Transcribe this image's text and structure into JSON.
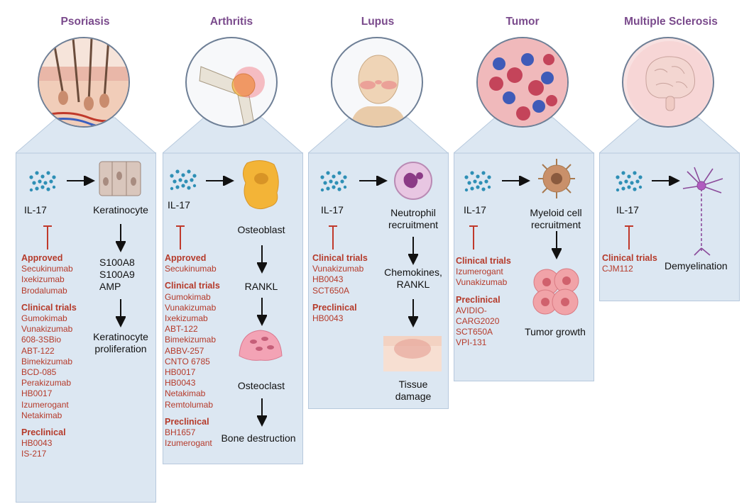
{
  "panels": [
    {
      "title": "Psoriasis",
      "cytokine": "IL-17",
      "cell": "Keratinocyte",
      "step2": [
        "S100A8",
        "S100A9",
        "AMP"
      ],
      "outcome": [
        "Keratinocyte",
        "proliferation"
      ],
      "approved_heading": "Approved",
      "approved": [
        "Secukinumab",
        "Ixekizumab",
        "Brodalumab"
      ],
      "clinical_heading": "Clinical trials",
      "clinical": [
        "Gumokimab",
        "Vunakizumab",
        "608-3SBio",
        "ABT-122",
        "Bimekizumab",
        "BCD-085",
        "Perakizumab",
        "HB0017",
        "Izumerogant",
        "Netakimab"
      ],
      "preclinical_heading": "Preclinical",
      "preclinical": [
        "HB0043",
        "IS-217"
      ]
    },
    {
      "title": "Arthritis",
      "cytokine": "IL-17",
      "cell": "Osteoblast",
      "step2": "RANKL",
      "step3": "Osteoclast",
      "outcome": "Bone destruction",
      "approved_heading": "Approved",
      "approved": [
        "Secukinumab"
      ],
      "clinical_heading": "Clinical trials",
      "clinical": [
        "Gumokimab",
        "Vunakizumab",
        "Ixekizumab",
        "ABT-122",
        "Bimekizumab",
        "ABBV-257",
        "CNTO 6785",
        "HB0017",
        "HB0043",
        "Netakimab",
        "Remtolumab"
      ],
      "preclinical_heading": "Preclinical",
      "preclinical": [
        "BH1657",
        "Izumerogant"
      ]
    },
    {
      "title": "Lupus",
      "cytokine": "IL-17",
      "cell": [
        "Neutrophil",
        "recruitment"
      ],
      "step2": [
        "Chemokines,",
        "RANKL"
      ],
      "outcome": [
        "Tissue",
        "damage"
      ],
      "clinical_heading": "Clinical trials",
      "clinical": [
        "Vunakizumab",
        "HB0043",
        "SCT650A"
      ],
      "preclinical_heading": "Preclinical",
      "preclinical": [
        "HB0043"
      ]
    },
    {
      "title": "Tumor",
      "cytokine": "IL-17",
      "cell": [
        "Myeloid cell",
        "recruitment"
      ],
      "outcome": "Tumor growth",
      "clinical_heading": "Clinical trials",
      "clinical": [
        "Izumerogant",
        "Vunakizumab"
      ],
      "preclinical_heading": "Preclinical",
      "preclinical": [
        "AVIDIO-",
        "CARG2020",
        "SCT650A",
        "VPI-131"
      ]
    },
    {
      "title": "Multiple Sclerosis",
      "cytokine": "IL-17",
      "outcome": "Demyelination",
      "clinical_heading": "Clinical trials",
      "clinical": [
        "CJM112"
      ]
    }
  ],
  "colors": {
    "title": "#7a4a8c",
    "drug_text": "#b53a2a",
    "panel_bg": "#dce7f2",
    "il17_dots": "#2e8fb5",
    "inhibitor": "#c0392b"
  },
  "icons": [
    "skin-cross-section-icon",
    "knee-joint-icon",
    "face-rash-icon",
    "tumor-tissue-icon",
    "brain-icon",
    "il17-molecules-icon",
    "keratinocyte-cells-icon",
    "osteoblast-cell-icon",
    "osteoclast-cell-icon",
    "neutrophil-cell-icon",
    "tissue-layer-icon",
    "myeloid-cell-icon",
    "tumor-cells-icon",
    "neuron-icon"
  ]
}
